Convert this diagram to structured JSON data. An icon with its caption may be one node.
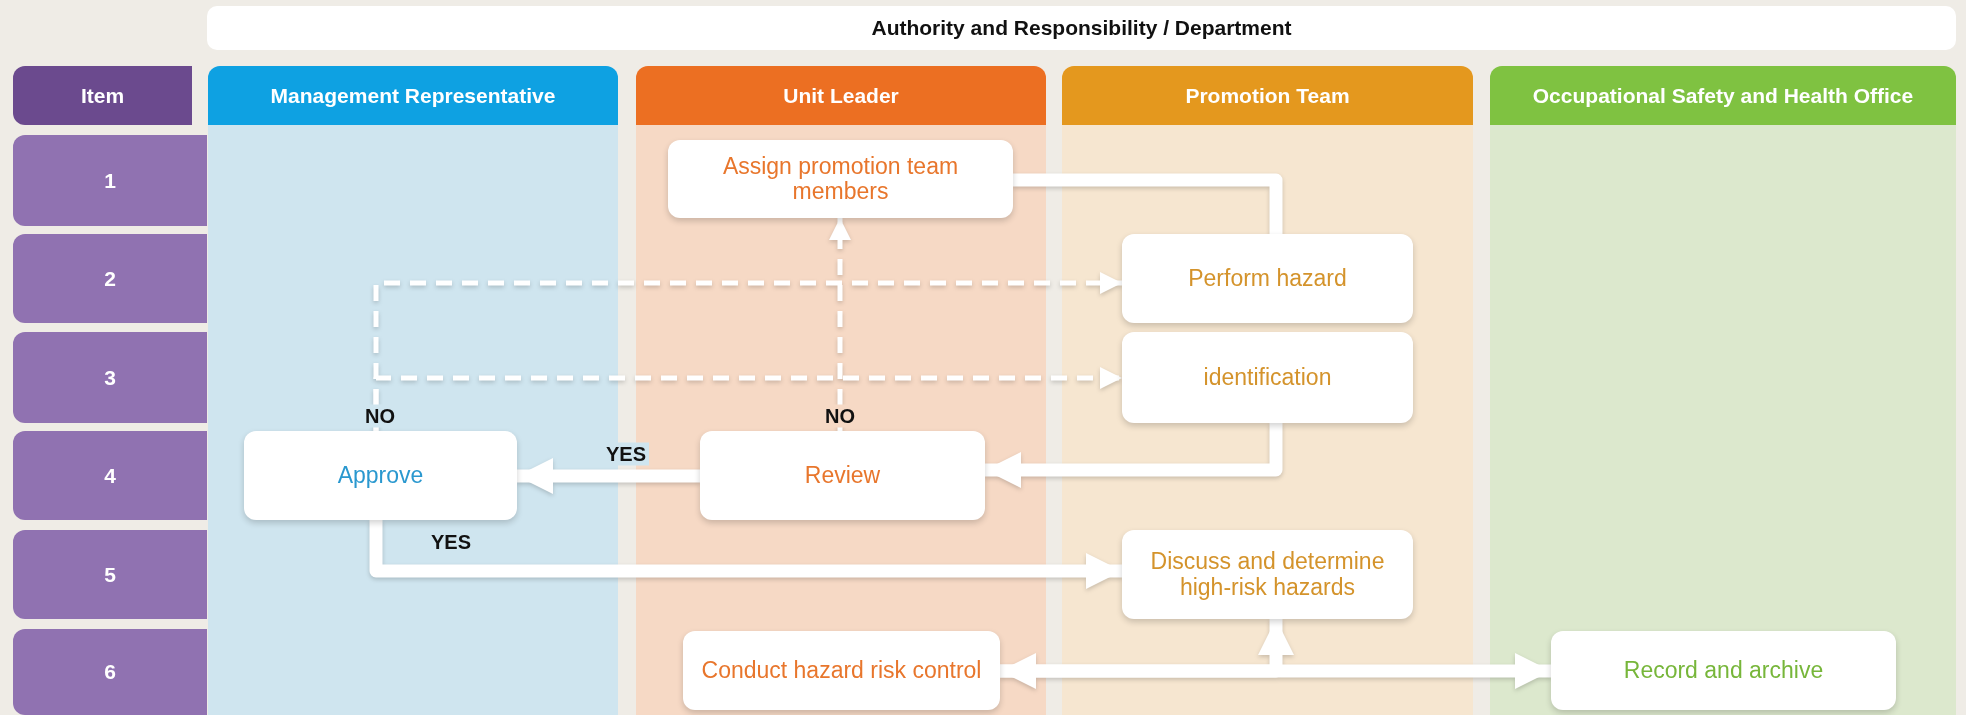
{
  "diagram": {
    "nodes": [
      {
        "text": [
          "Authority and Responsibility / Department"
        ]
      },
      {
        "text": [
          "Item"
        ]
      },
      {
        "text": [
          "1"
        ]
      },
      {
        "text": [
          "2"
        ]
      },
      {
        "text": [
          "3"
        ]
      },
      {
        "text": [
          "4"
        ]
      },
      {
        "text": [
          "5"
        ]
      },
      {
        "text": [
          "6"
        ]
      },
      {
        "text": [
          "Management Representative"
        ]
      },
      {
        "text": [
          "Approve"
        ],
        "in": 8
      },
      {
        "text": [
          "Unit Leader"
        ]
      },
      {
        "text": [
          "Assign promotion team members"
        ],
        "in": 10
      },
      {
        "text": [
          "Review"
        ],
        "in": 10
      },
      {
        "text": [
          "Conduct hazard risk control"
        ],
        "in": 10
      },
      {
        "text": [
          "Promotion Team"
        ]
      },
      {
        "text": [
          "Perform hazard"
        ],
        "in": 14
      },
      {
        "text": [
          "identification"
        ],
        "in": 14
      },
      {
        "text": [
          "Discuss and determine high-risk hazards"
        ],
        "in": 14
      },
      {
        "text": [
          "Occupational Safety and Health Office"
        ]
      },
      {
        "text": [
          "Record and archive"
        ],
        "in": 18
      }
    ],
    "edges": [
      {
        "from": 11,
        "to": 15,
        "arrow": "none"
      },
      {
        "from": 16,
        "to": 12,
        "arrow": "to"
      },
      {
        "from": 12,
        "to": 9,
        "arrow": "to",
        "label": "YES"
      },
      {
        "from": 12,
        "to": 11,
        "arrow": "to",
        "label": "NO",
        "style": "dashed"
      },
      {
        "from": 9,
        "to": 15,
        "arrow": "to",
        "style": "dashed"
      },
      {
        "from": 9,
        "to": 16,
        "arrow": "to",
        "label": "NO",
        "style": "dashed"
      },
      {
        "from": 9,
        "to": 17,
        "arrow": "to",
        "label": "YES"
      },
      {
        "from": 13,
        "to": 19,
        "arrow": "both"
      },
      {
        "from": 13,
        "to": 17,
        "arrow": "to"
      }
    ]
  }
}
